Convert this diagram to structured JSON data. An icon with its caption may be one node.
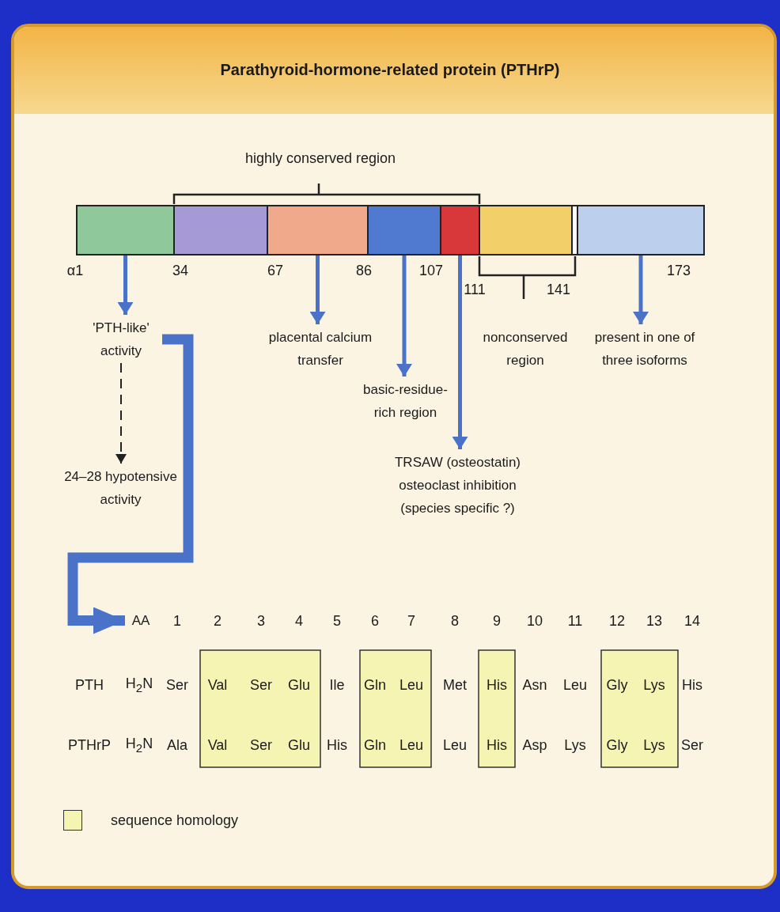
{
  "diagram": {
    "title": "Parathyroid-hormone-related protein (PTHrP)",
    "nodes": [
      {
        "text": [],
        "shape": "bar"
      },
      {
        "text": [],
        "shape": "bar"
      },
      {
        "text": [],
        "shape": "bar"
      },
      {
        "text": [],
        "shape": "bar"
      },
      {
        "text": [],
        "shape": "bar"
      },
      {
        "text": [],
        "shape": "bar"
      },
      {
        "text": [],
        "shape": "bar"
      },
      {
        "text": [],
        "shape": "bar"
      },
      {
        "text": [
          "'PTH-like' activity"
        ]
      },
      {
        "text": [
          "placental calcium transfer"
        ]
      },
      {
        "text": [
          "nonconserved region"
        ]
      },
      {
        "text": [
          "present in one of three isoforms"
        ]
      },
      {
        "text": [
          "basic-residue- rich region"
        ]
      },
      {
        "text": [
          "TRSAW (osteostatin)",
          "osteoclast inhibition (species specific ?)"
        ]
      },
      {
        "text": [
          "24–28 hypotensive activity"
        ]
      },
      {
        "text": [
          "AA"
        ]
      }
    ],
    "edges": [
      {
        "from": 0,
        "to": 8,
        "arrow": "to"
      },
      {
        "from": 2,
        "to": 9,
        "arrow": "to"
      },
      {
        "from": 7,
        "to": 11,
        "arrow": "to"
      },
      {
        "from": 3,
        "to": 12,
        "arrow": "to"
      },
      {
        "from": 4,
        "to": 13,
        "arrow": "to"
      },
      {
        "from": 8,
        "to": 14,
        "arrow": "to",
        "style": "dashed",
        "color": "#222222"
      },
      {
        "from": 8,
        "to": 15,
        "arrow": "to",
        "style": "thick"
      }
    ],
    "labels": [
      "highly conserved region",
      "α1",
      "34",
      "67",
      "86",
      "107",
      "111",
      "141",
      "173",
      "1",
      "2",
      "3",
      "4",
      "5",
      "6",
      "7",
      "8",
      "9",
      "10",
      "11",
      "12",
      "13",
      "14",
      "PTH",
      "H$_{2}$N",
      "Ser",
      "Val",
      "Ser",
      "Glu",
      "Ile",
      "Gln",
      "Leu",
      "Met",
      "His",
      "Asn",
      "Leu",
      "Gly",
      "Lys",
      "His",
      "PTHrP",
      "H$_{2}$N",
      "Ala",
      "Val",
      "Ser",
      "Glu",
      "His",
      "Gln",
      "Leu",
      "Leu",
      "His",
      "Asp",
      "Lys",
      "Gly",
      "Lys",
      "Ser"
    ],
    "legend": [
      {
        "text": "sequence homology",
        "color": "#f6f4b2"
      }
    ]
  }
}
